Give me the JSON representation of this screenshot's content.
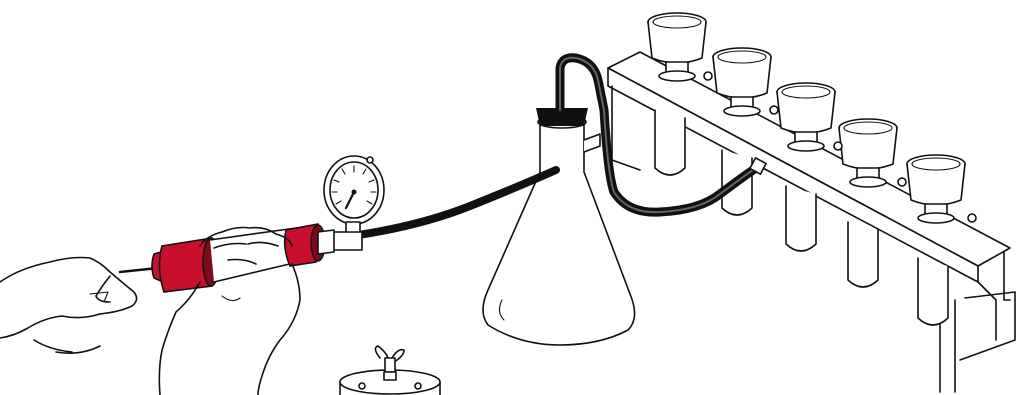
{
  "illustration": {
    "kind": "vacuum filtration apparatus",
    "colors": {
      "background": "#ffffff",
      "outline": "#111111",
      "tubing": "#111111",
      "pump_accent": "#c8102e",
      "pump_accent_dark": "#7a0a1c"
    },
    "components": [
      "hand",
      "hand-vacuum-pump",
      "vacuum-gauge",
      "vacuum-tubing",
      "filter-flask",
      "stopper",
      "filtration-manifold",
      "filter-funnel",
      "collection-tube",
      "wing-nut-lid"
    ],
    "manifold": {
      "funnel_count": 5,
      "tube_count": 5
    }
  }
}
